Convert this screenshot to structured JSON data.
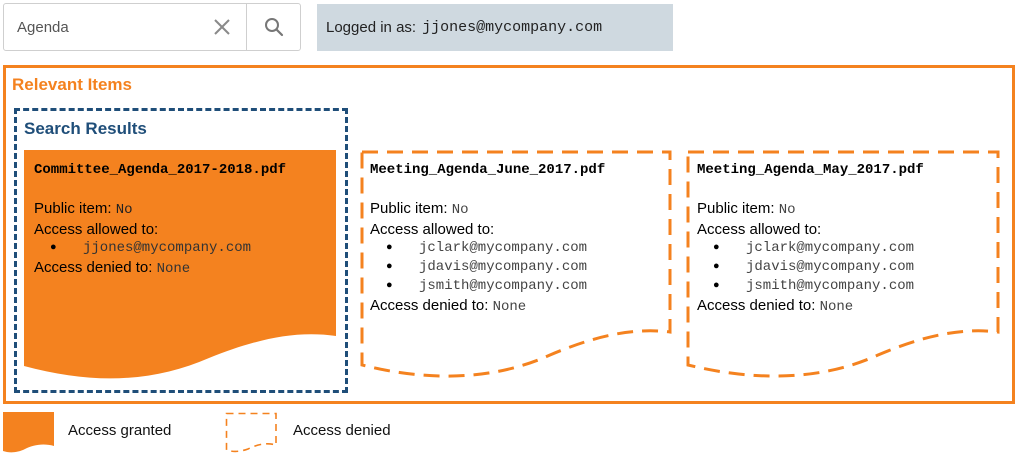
{
  "search": {
    "value": "Agenda",
    "placeholder": ""
  },
  "login": {
    "prefix": "Logged in as:",
    "user": "jjones@mycompany.com"
  },
  "relevant_items": {
    "title": "Relevant Items"
  },
  "search_results": {
    "title": "Search Results"
  },
  "labels": {
    "public_item": "Public item:",
    "access_allowed": "Access allowed to:",
    "access_denied": "Access denied to:"
  },
  "cards": [
    {
      "filename": "Committee_Agenda_2017-2018.pdf",
      "public": "No",
      "allowed": [
        "jjones@mycompany.com"
      ],
      "denied": "None",
      "status": "granted"
    },
    {
      "filename": "Meeting_Agenda_June_2017.pdf",
      "public": "No",
      "allowed": [
        "jclark@mycompany.com",
        "jdavis@mycompany.com",
        "jsmith@mycompany.com"
      ],
      "denied": "None",
      "status": "denied"
    },
    {
      "filename": "Meeting_Agenda_May_2017.pdf",
      "public": "No",
      "allowed": [
        "jclark@mycompany.com",
        "jdavis@mycompany.com",
        "jsmith@mycompany.com"
      ],
      "denied": "None",
      "status": "denied"
    }
  ],
  "legend": {
    "granted": "Access granted",
    "denied": "Access denied"
  },
  "colors": {
    "orange": "#f4821f",
    "navy": "#1f4e79",
    "login_bg": "#cfd9e0"
  },
  "icons": {
    "clear": "close-icon",
    "search": "search-icon"
  }
}
